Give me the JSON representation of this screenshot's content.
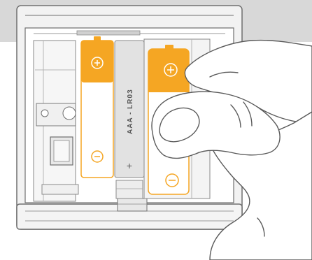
{
  "illustration": {
    "battery_type_label": "AAA - LR03",
    "plus_symbol": "+",
    "colors": {
      "accent": "#F5A623",
      "battery_body": "#E2E2E2",
      "outline": "#6F6F6F",
      "housing": "#F2F2F2",
      "shadow": "#D8D8D8"
    },
    "icons": [
      "battery-compartment",
      "battery-installed",
      "battery-empty-slot",
      "battery-being-inserted",
      "finger"
    ]
  }
}
